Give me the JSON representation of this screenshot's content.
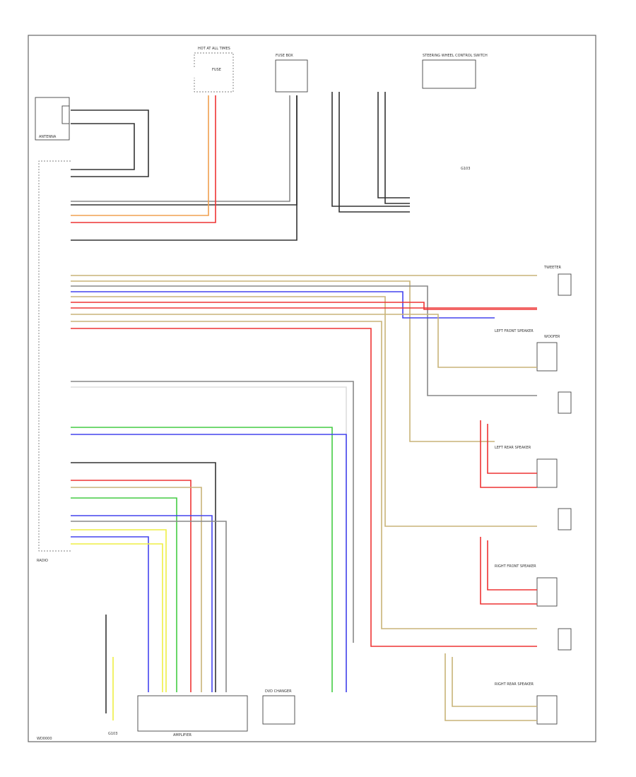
{
  "diagram": {
    "page_code": "WD0000",
    "colors": {
      "black": "#333333",
      "gray": "#888888",
      "orange": "#f0a050",
      "red": "#ee3333",
      "blue": "#4444ee",
      "green": "#44cc44",
      "yellow": "#eeee44",
      "tan": "#c8b478",
      "white": "#dddddd"
    },
    "labels": {
      "hot_at_all_times": "HOT AT ALL TIMES",
      "fuse": "FUSE",
      "fuse_box": "FUSE BOX",
      "gnd": "G103",
      "antenna": "ANTENNA",
      "radio": "RADIO",
      "dvd_changer": "DVD CHANGER",
      "amplifier": "AMPLIFIER",
      "left_front_speaker": "LEFT FRONT SPEAKER",
      "right_front_speaker": "RIGHT FRONT SPEAKER",
      "left_rear_speaker": "LEFT REAR SPEAKER",
      "right_rear_speaker": "RIGHT REAR SPEAKER",
      "steering_switch": "STEERING WHEEL CONTROL SWITCH",
      "tweeter": "TWEETER",
      "woofer": "WOOFER"
    }
  }
}
